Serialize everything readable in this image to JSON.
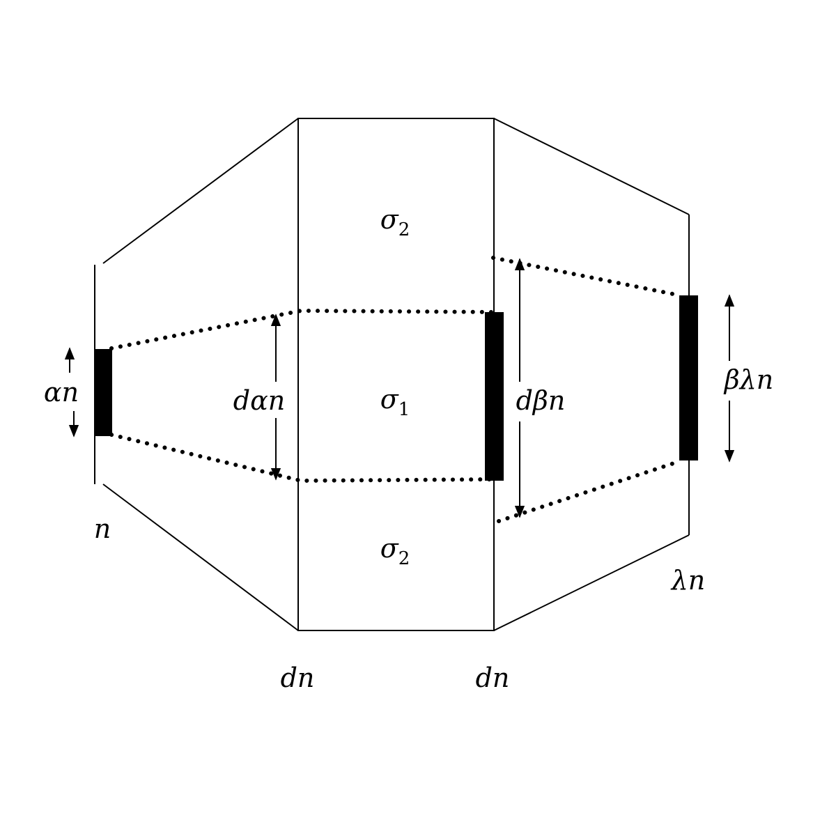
{
  "labels": {
    "alpha_n": "αn",
    "n": "n",
    "d_alpha_n": "dαn",
    "sigma": "σ",
    "sigma_top_sub": "2",
    "sigma_mid_sub": "1",
    "sigma_bot_sub": "2",
    "d_beta_n": "dβn",
    "beta_lambda_n": "βλn",
    "lambda_n": "λn",
    "dn_left": "dn",
    "dn_right": "dn"
  }
}
